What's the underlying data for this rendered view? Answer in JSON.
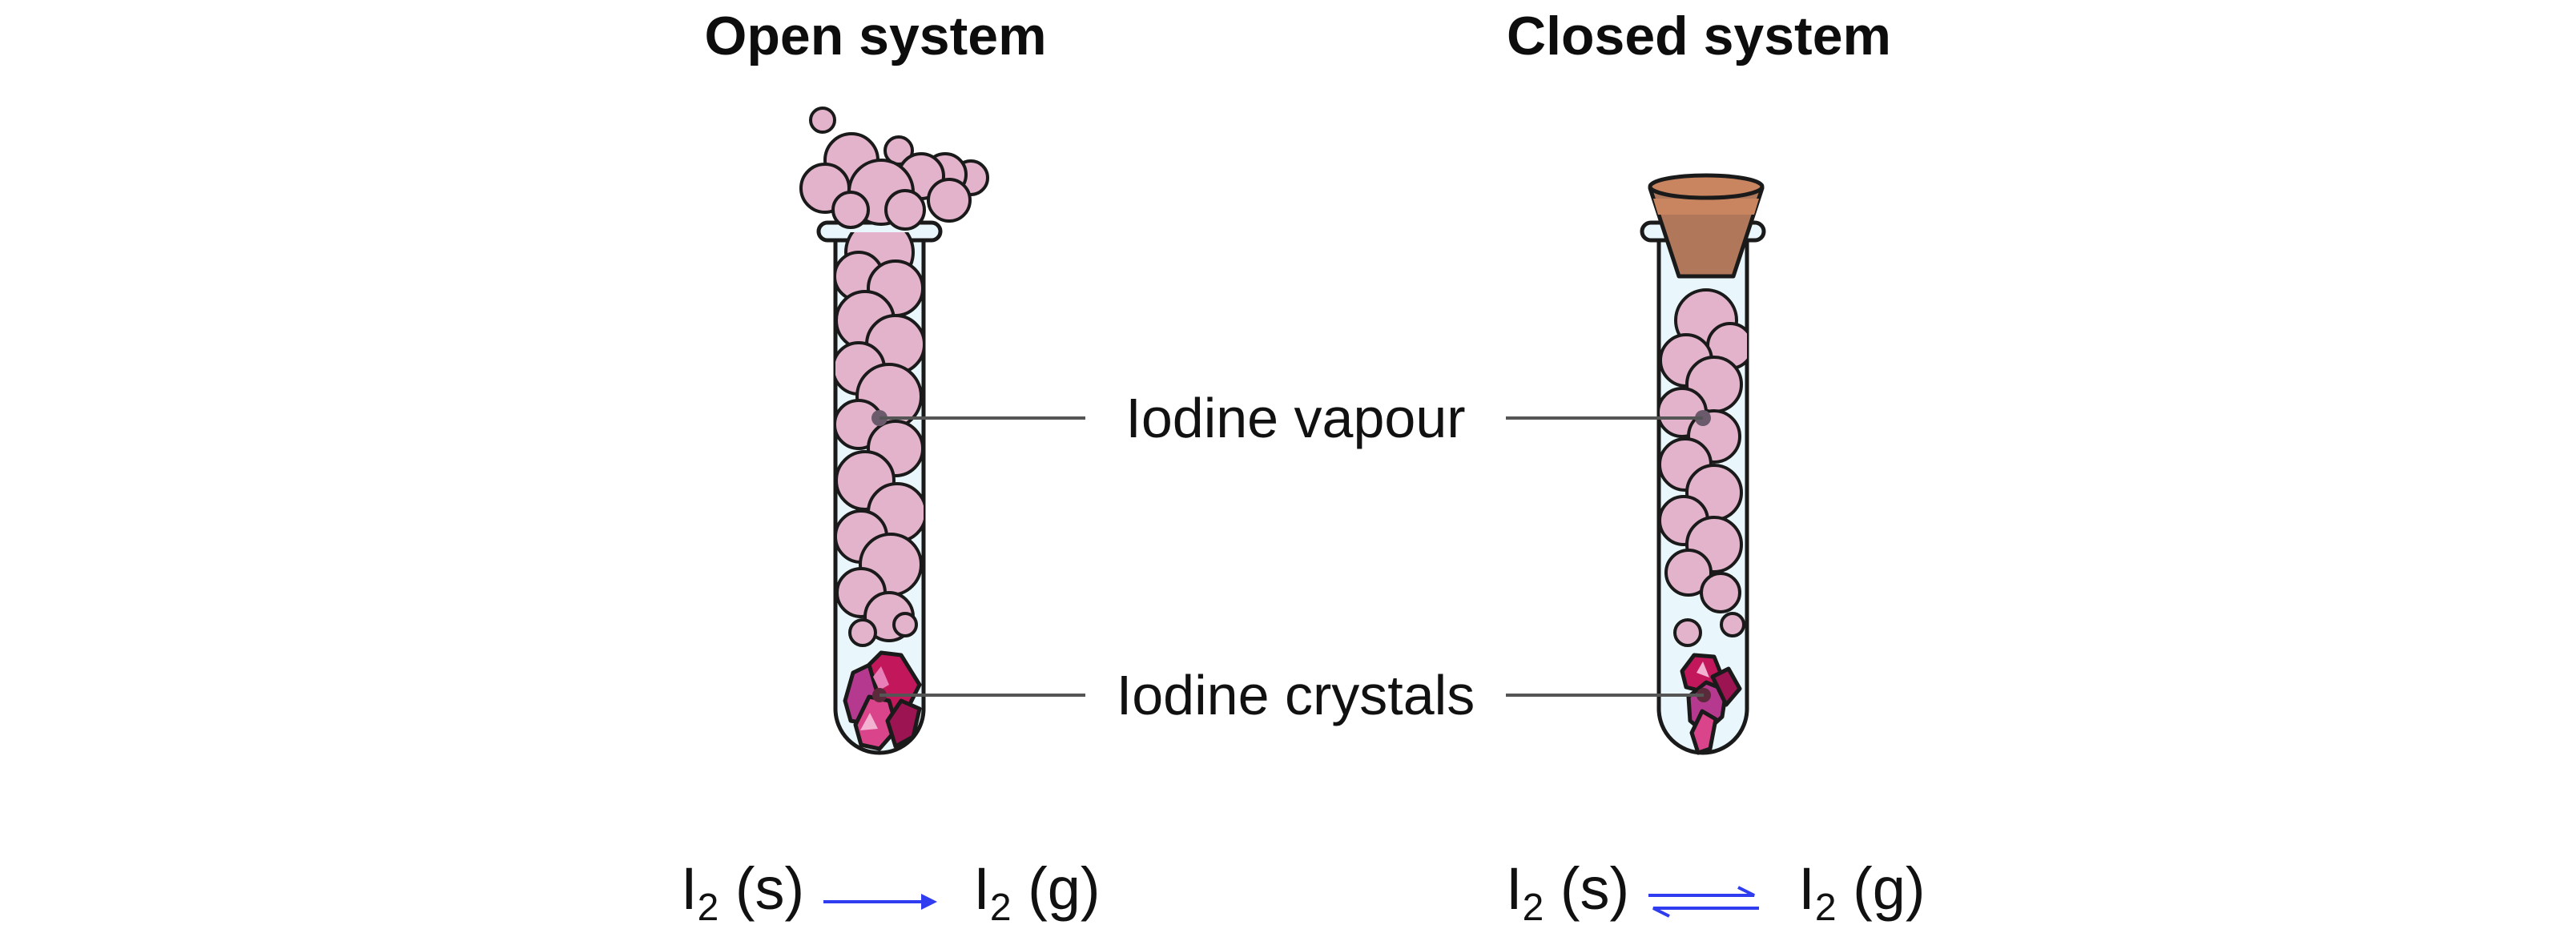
{
  "open": {
    "title": "Open system",
    "equation": {
      "left_base": "I",
      "left_sub": "2",
      "left_state": "(s)",
      "right_base": "I",
      "right_sub": "2",
      "right_state": "(g)",
      "arrow": "single"
    }
  },
  "closed": {
    "title": "Closed system",
    "equation": {
      "left_base": "I",
      "left_sub": "2",
      "left_state": "(s)",
      "right_base": "I",
      "right_sub": "2",
      "right_state": "(g)",
      "arrow": "equilibrium"
    }
  },
  "labels": {
    "vapour": "Iodine vapour",
    "crystals": "Iodine crystals"
  },
  "colors": {
    "vapour": "#e3b3cc",
    "tube_glass": "#e9f6fb",
    "outline": "#1a1a1a",
    "cork_top": "#c9855f",
    "cork_body": "#b0775a",
    "crystal_dark": "#c2185b",
    "crystal_light": "#e97fb8",
    "arrow": "#2f3cf0",
    "leader": "#555555"
  }
}
